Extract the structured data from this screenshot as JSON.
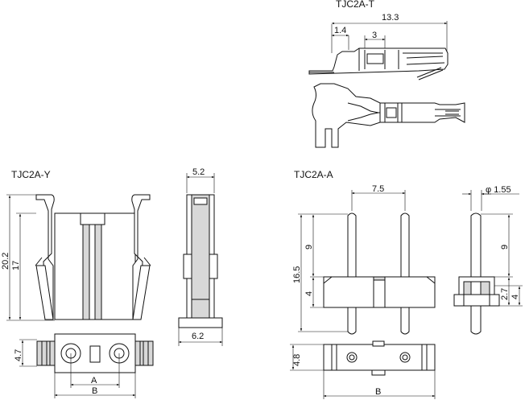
{
  "titles": {
    "terminal": "TJC2A-T",
    "housing": "TJC2A-Y",
    "header": "TJC2A-A"
  },
  "dimensions": {
    "terminal_length": "13.3",
    "terminal_a": "1.4",
    "terminal_b": "3",
    "housing_height_total": "20.2",
    "housing_height": "17",
    "housing_side_top": "5.2",
    "housing_side_bottom": "6.2",
    "housing_bottom_height": "4.7",
    "housing_pitch_a": "A",
    "housing_width_b": "B",
    "header_pitch": "7.5",
    "header_pin_dia": "φ 1.55",
    "header_upper_pin": "9",
    "header_total": "16.5",
    "header_lower": "4",
    "header_side_upper": "9",
    "header_side_mid": "2.7",
    "header_side_low": "4",
    "header_base_height": "4.8",
    "header_width_b": "B"
  },
  "colors": {
    "stroke": "#111111",
    "fill": "#d8d8d8",
    "background": "#ffffff"
  }
}
